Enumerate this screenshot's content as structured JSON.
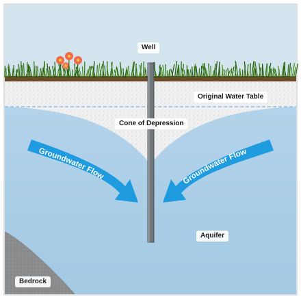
{
  "labels": {
    "well": "Well",
    "original_water_table": "Original Water Table",
    "cone_of_depression": "Cone of Depression",
    "groundwater_flow_left": "Groundwater Flow",
    "groundwater_flow_right": "Groundwater Flow",
    "aquifer": "Aquifer",
    "bedrock": "Bedrock"
  },
  "colors": {
    "sky": "#d3e4ee",
    "aquifer": "#a9cde6",
    "unsaturated_soil": "#f1f1f1",
    "topsoil": "#6b4a2a",
    "grass": "#3a7d1c",
    "well_casing": "#6f767c",
    "flow_arrow": "#1f9be0",
    "bedrock": "#8a8c8e",
    "water_table_line": "#7fb8df",
    "flowers": "#f06a4a"
  },
  "icons": [
    "flower-icon",
    "grass-icon"
  ]
}
